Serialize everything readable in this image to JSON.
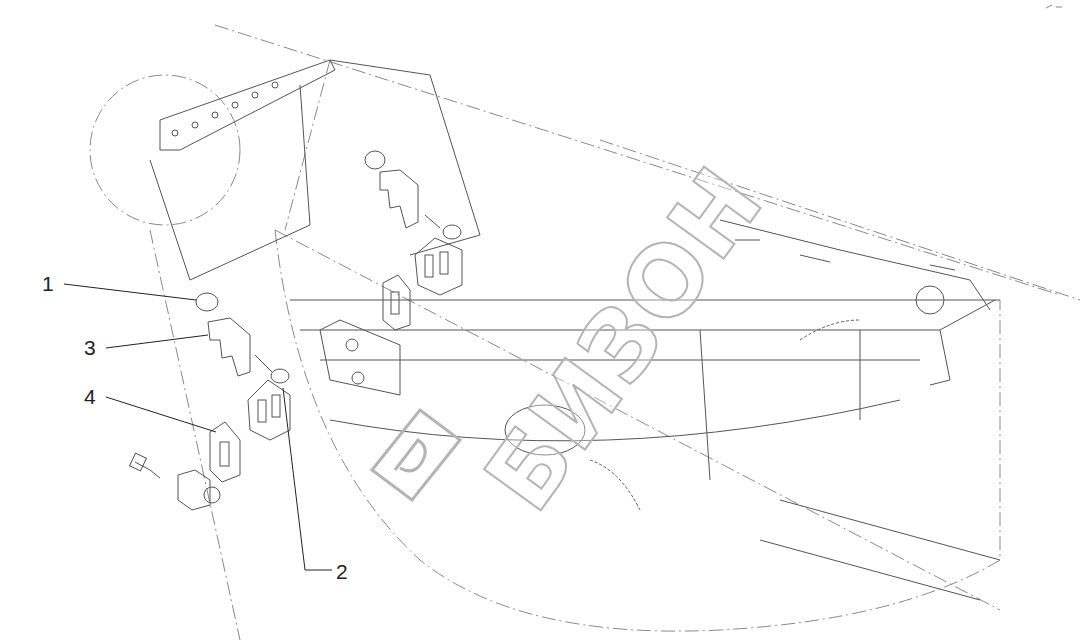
{
  "diagram": {
    "labels": [
      "1",
      "3",
      "4",
      "2",
      "БИЗОН"
    ]
  }
}
